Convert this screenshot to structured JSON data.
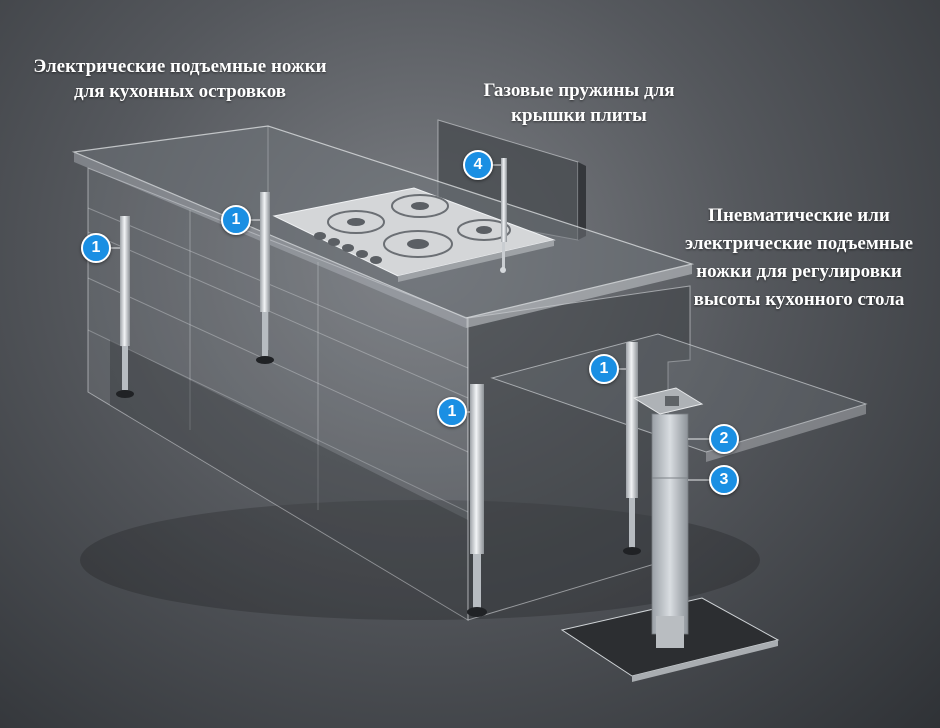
{
  "captions": {
    "island_legs": [
      "Электрические подъемные ножки",
      "для кухонных островков"
    ],
    "gas_springs": [
      "Газовые пружины для",
      "крышки плиты"
    ],
    "table_legs": [
      "Пневматические или",
      "электрические подъемные",
      "ножки для регулировки",
      "высоты кухонного стола"
    ]
  },
  "markers": {
    "leg_front_left": "1",
    "leg_back_left": "1",
    "leg_front_right": "1",
    "leg_table_back": "1",
    "table_column_upper": "2",
    "table_column_lower": "3",
    "gas_spring": "4"
  },
  "colors": {
    "marker_fill": "#1a8fe3",
    "marker_border": "#ffffff",
    "caption_text": "#ffffff"
  }
}
